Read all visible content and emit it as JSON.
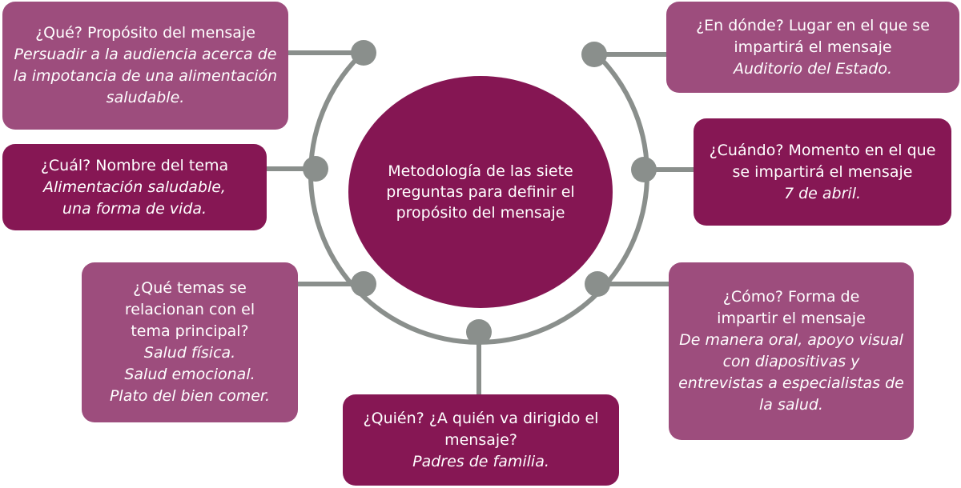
{
  "center": {
    "text": "Metodología de las siete preguntas para definir el propósito del mensaje"
  },
  "questions": {
    "que": {
      "question": "¿Qué? Propósito del mensaje",
      "answer": "Persuadir a la audiencia acerca de la impotancia de una alimentación saludable."
    },
    "cual": {
      "question": "¿Cuál? Nombre del tema",
      "answer": "Alimentación saludable, una forma de vida."
    },
    "temas": {
      "question": "¿Qué temas se relacionan con el tema principal?",
      "answer_lines": [
        "Salud física.",
        "Salud emocional.",
        "Plato del bien comer."
      ]
    },
    "quien": {
      "question": "¿Quién? ¿A quién va dirigido el mensaje?",
      "answer": "Padres de familia."
    },
    "donde": {
      "question": "¿En dónde? Lugar en el que se impartirá el mensaje",
      "answer": "Auditorio del Estado."
    },
    "cuando": {
      "question": "¿Cuándo? Momento en el que se impartirá el mensaje",
      "answer": "7 de abril."
    },
    "como": {
      "question": "¿Cómo? Forma de impartir el mensaje",
      "answer": "De manera oral, apoyo visual con diapositivas y entrevistas a especialistas de la salud."
    }
  },
  "colors": {
    "center_fill": "#851653",
    "box_light": "#9d4d7d",
    "box_dark": "#861754",
    "connector": "#8a8f8c"
  }
}
